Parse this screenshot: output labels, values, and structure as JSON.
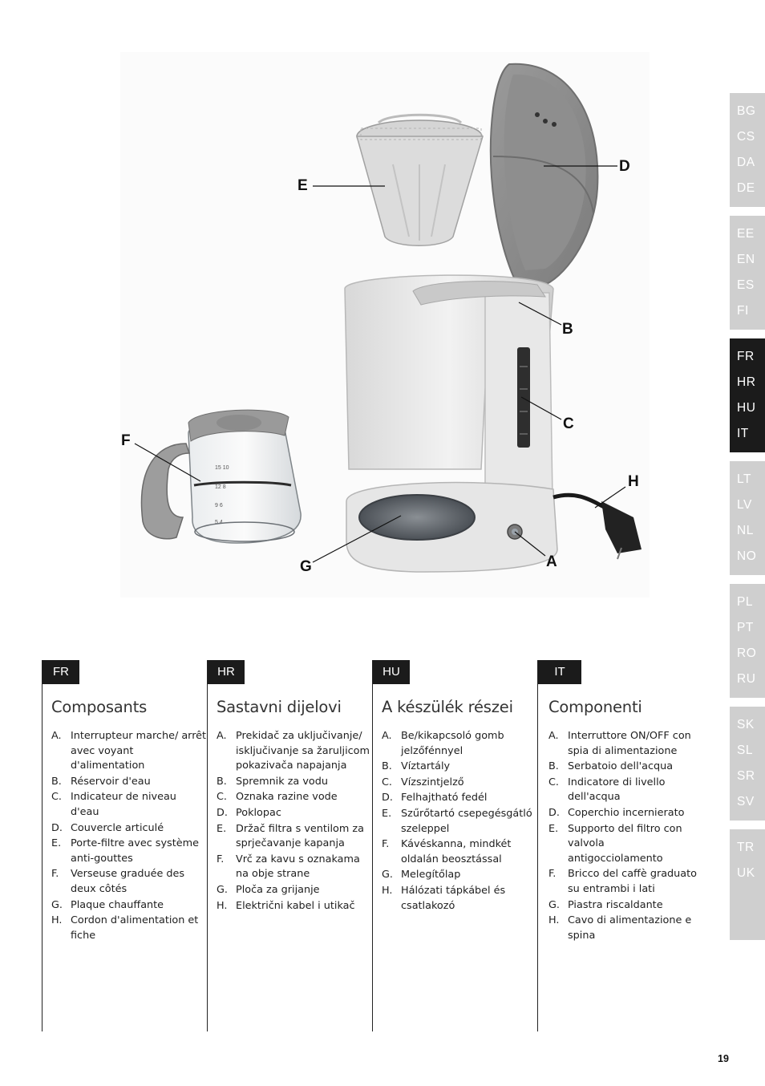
{
  "figure": {
    "callouts": {
      "a": "A",
      "b": "B",
      "c": "C",
      "d": "D",
      "e": "E",
      "f": "F",
      "g": "G",
      "h": "H"
    },
    "jug_scale": {
      "s1": "15 10",
      "s2": "12 8",
      "s3": "9 6",
      "s4": "5 4"
    }
  },
  "lang_tabs": [
    {
      "codes": [
        "BG",
        "CS",
        "DA",
        "DE"
      ],
      "active": false
    },
    {
      "codes": [
        "EE",
        "EN",
        "ES",
        "FI"
      ],
      "active": false
    },
    {
      "codes": [
        "FR",
        "HR",
        "HU",
        "IT"
      ],
      "active": true
    },
    {
      "codes": [
        "LT",
        "LV",
        "NL",
        "NO"
      ],
      "active": false
    },
    {
      "codes": [
        "PL",
        "PT",
        "RO",
        "RU"
      ],
      "active": false
    },
    {
      "codes": [
        "SK",
        "SL",
        "SR",
        "SV"
      ],
      "active": false
    },
    {
      "codes": [
        "TR",
        "UK"
      ],
      "active": false
    }
  ],
  "columns": [
    {
      "lang": "FR",
      "heading": "Composants",
      "items": [
        {
          "letter": "A.",
          "text": "Interrupteur marche/ arrêt avec voyant d'alimentation"
        },
        {
          "letter": "B.",
          "text": "Réservoir d'eau"
        },
        {
          "letter": "C.",
          "text": "Indicateur de niveau d'eau"
        },
        {
          "letter": "D.",
          "text": "Couvercle articulé"
        },
        {
          "letter": "E.",
          "text": "Porte-filtre avec système anti-gouttes"
        },
        {
          "letter": "F.",
          "text": "Verseuse graduée des deux côtés"
        },
        {
          "letter": "G.",
          "text": "Plaque chauffante"
        },
        {
          "letter": "H.",
          "text": "Cordon d'alimentation et fiche"
        }
      ]
    },
    {
      "lang": "HR",
      "heading": "Sastavni dijelovi",
      "items": [
        {
          "letter": "A.",
          "text": "Prekidač za uključivanje/ isključivanje sa žaruljicom pokazivača napajanja"
        },
        {
          "letter": "B.",
          "text": "Spremnik za vodu"
        },
        {
          "letter": "C.",
          "text": "Oznaka razine vode"
        },
        {
          "letter": "D.",
          "text": "Poklopac"
        },
        {
          "letter": "E.",
          "text": "Držač filtra s ventilom za sprječavanje kapanja"
        },
        {
          "letter": "F.",
          "text": "Vrč za kavu s oznakama na obje strane"
        },
        {
          "letter": "G.",
          "text": "Ploča za grijanje"
        },
        {
          "letter": "H.",
          "text": "Električni kabel i utikač"
        }
      ]
    },
    {
      "lang": "HU",
      "heading": "A készülék részei",
      "items": [
        {
          "letter": "A.",
          "text": "Be/kikapcsoló gomb jelzőfénnyel"
        },
        {
          "letter": "B.",
          "text": "Víztartály"
        },
        {
          "letter": "C.",
          "text": "Vízszintjelző"
        },
        {
          "letter": "D.",
          "text": "Felhajtható fedél"
        },
        {
          "letter": "E.",
          "text": "Szűrőtartó csepegésgátló szeleppel"
        },
        {
          "letter": "F.",
          "text": "Kávéskanna, mindkét oldalán beosztással"
        },
        {
          "letter": "G.",
          "text": "Melegítőlap"
        },
        {
          "letter": "H.",
          "text": "Hálózati tápkábel és csatlakozó"
        }
      ]
    },
    {
      "lang": "IT",
      "heading": "Componenti",
      "items": [
        {
          "letter": "A.",
          "text": "Interruttore ON/OFF con spia di alimentazione"
        },
        {
          "letter": "B.",
          "text": "Serbatoio dell'acqua"
        },
        {
          "letter": "C.",
          "text": "Indicatore di livello dell'acqua"
        },
        {
          "letter": "D.",
          "text": "Coperchio incernierato"
        },
        {
          "letter": "E.",
          "text": "Supporto del filtro con valvola antigocciolamento"
        },
        {
          "letter": "F.",
          "text": "Bricco del caffè graduato su entrambi i lati"
        },
        {
          "letter": "G.",
          "text": "Piastra riscaldante"
        },
        {
          "letter": "H.",
          "text": "Cavo di alimentazione e spina"
        }
      ]
    }
  ],
  "page_number": "19"
}
